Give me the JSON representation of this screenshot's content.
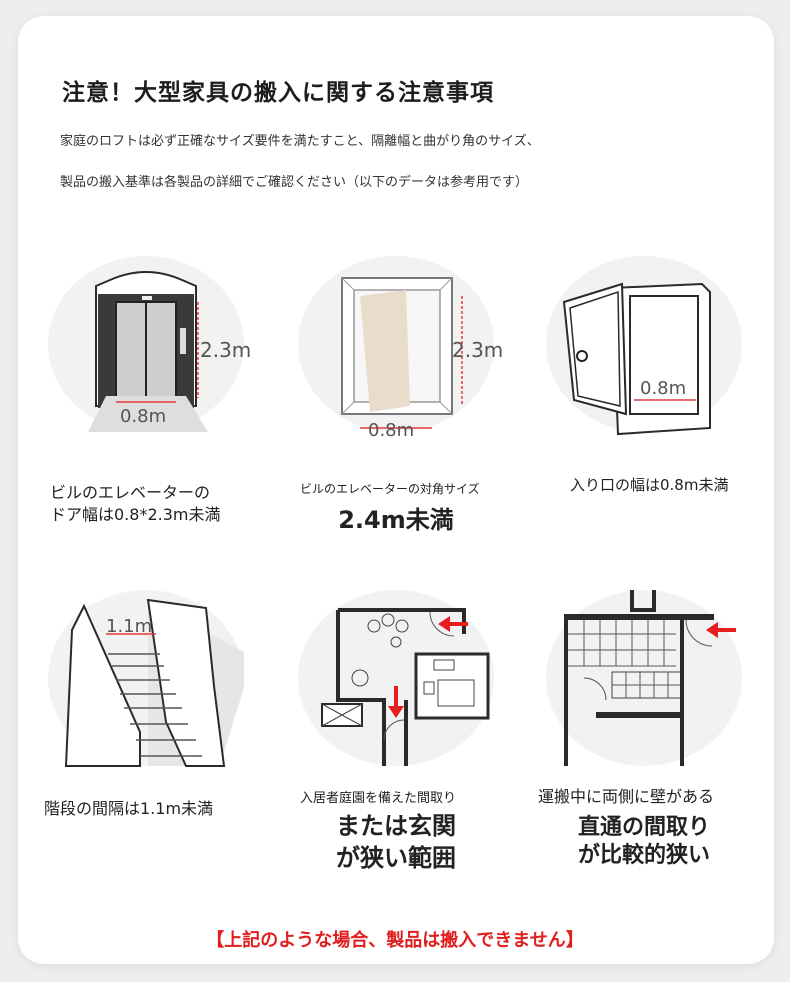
{
  "heading": "注意！大型家具の搬入に関する注意事項",
  "description": [
    "家庭のロフトは必ず正確なサイズ要件を満たすこと、隔離幅と曲がり角のサイズ、",
    "製品の搬入基準は各製品の詳細でご確認ください（以下のデータは参考用です）"
  ],
  "items": [
    {
      "label_h": "2.3m",
      "label_w": "0.8m",
      "caption": [
        "ビルのエレベーターの",
        "ドア幅は0.8*2.3m未満"
      ]
    },
    {
      "label_h": "2.3m",
      "label_w": "0.8m",
      "caption_small": "ビルのエレベーターの対角サイズ",
      "caption_big": "2.4m未満"
    },
    {
      "label_w": "0.8m",
      "caption": "入り口の幅は0.8m未満"
    },
    {
      "label_w": "1.1m",
      "caption": "階段の間隔は1.1m未満"
    },
    {
      "caption_small": "入居者庭園を備えた間取り",
      "caption_big": [
        "または玄関",
        "が狭い範囲"
      ]
    },
    {
      "caption_small": "運搬中に両側に壁がある",
      "caption_big": [
        "直通の間取り",
        "が比較的狭い"
      ]
    }
  ],
  "warning": "【上記のような場合、製品は搬入できません】",
  "colors": {
    "accent": "#e01e1e",
    "dimension": "#e23a3a",
    "line": "#2a2a2a"
  }
}
